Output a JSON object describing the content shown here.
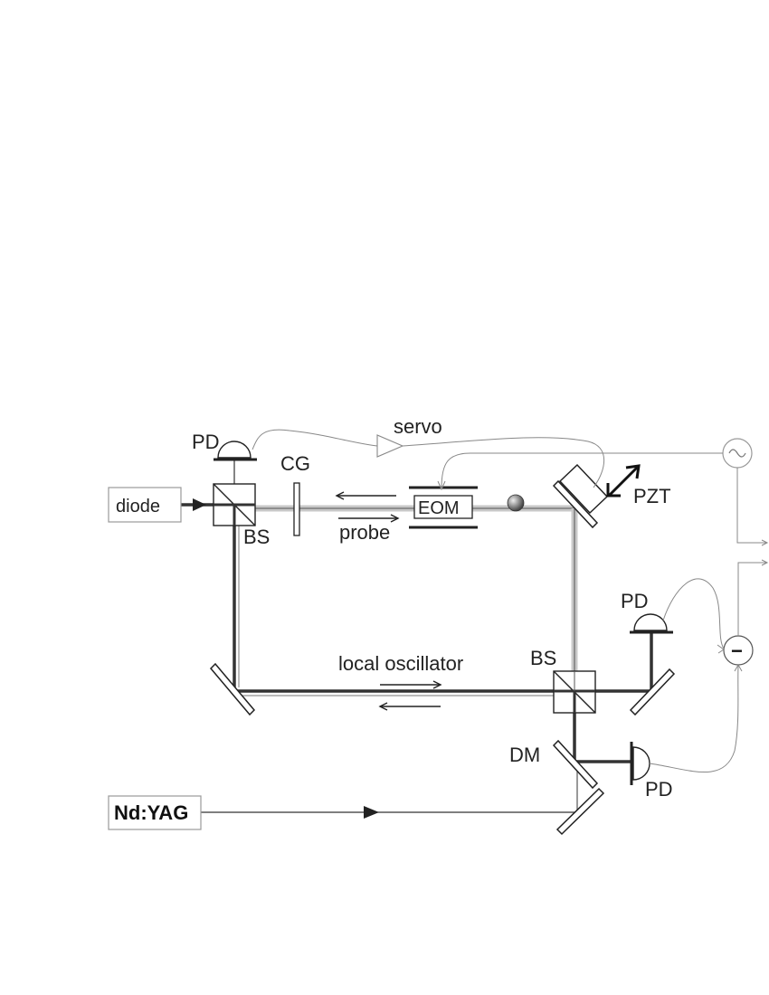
{
  "labels": {
    "diode": "diode",
    "ndyag": "Nd:YAG",
    "pd_top": "PD",
    "pd_right": "PD",
    "pd_bottom": "PD",
    "bs_left": "BS",
    "bs_right": "BS",
    "cg": "CG",
    "eom": "EOM",
    "pzt": "PZT",
    "servo": "servo",
    "probe": "probe",
    "local_oscillator": "local oscillator",
    "dm": "DM",
    "subtract": "−"
  },
  "colors": {
    "beam_main": "#333333",
    "beam_probe": "#c8c8c8",
    "wire": "#888888",
    "stroke": "#222222"
  }
}
